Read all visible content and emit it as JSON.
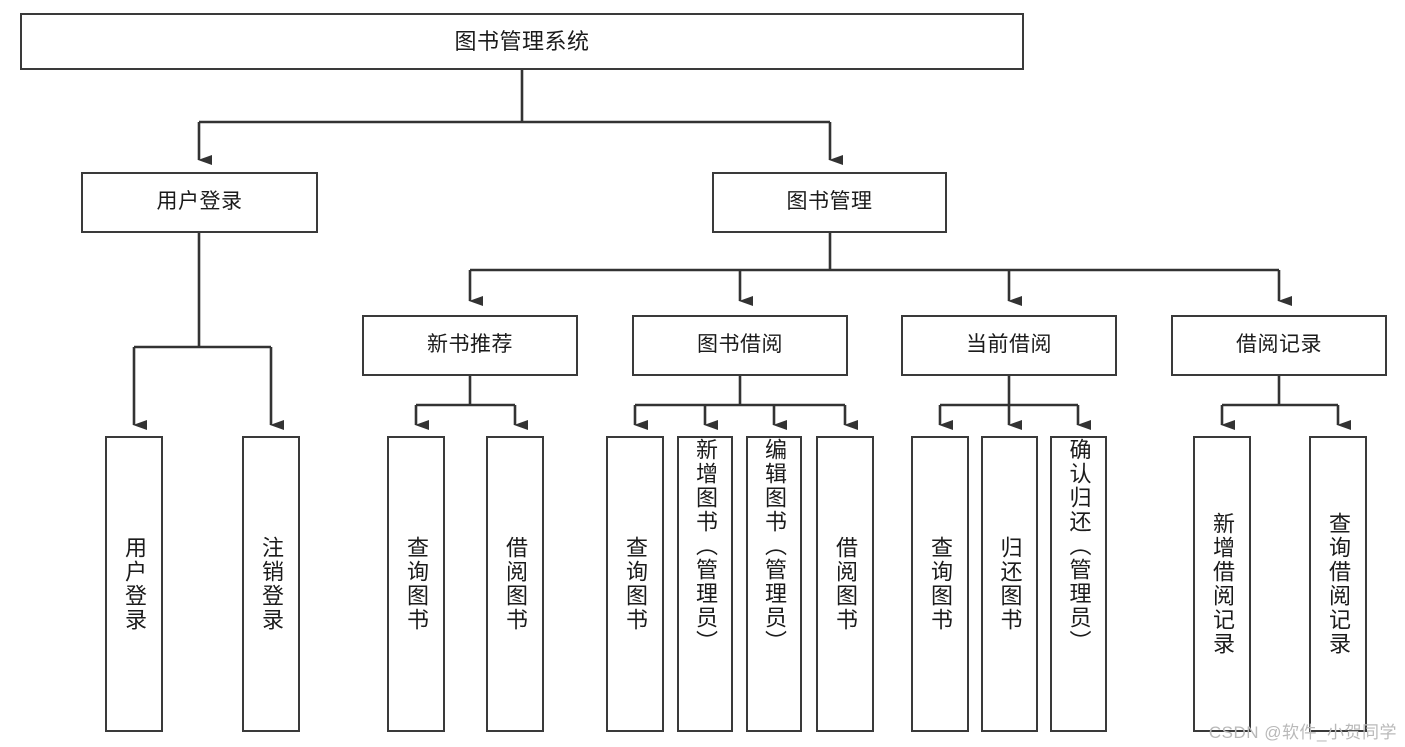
{
  "diagram": {
    "title": "图书管理系统",
    "type": "tree-hierarchy-diagram",
    "orientation": "top-down",
    "colors": {
      "box_border": "#3a3a3a",
      "box_fill": "#ffffff",
      "connector": "#333333",
      "text": "#1b1b1b",
      "watermark": "#b9b9b9",
      "background": "#ffffff"
    },
    "levels": {
      "level1": [
        "图书管理系统"
      ],
      "level2": [
        "用户登录",
        "图书管理"
      ],
      "level3": [
        "新书推荐",
        "图书借阅",
        "当前借阅",
        "借阅记录"
      ],
      "level4": [
        "用户登录",
        "注销登录",
        "查询图书",
        "借阅图书",
        "查询图书",
        "新增图书（管理员）",
        "编辑图书（管理员）",
        "借阅图书",
        "查询图书",
        "归还图书",
        "确认归还（管理员）",
        "新增借阅记录",
        "查询借阅记录"
      ]
    }
  },
  "root": {
    "label": "图书管理系统"
  },
  "nodes": {
    "user_login": {
      "label": "用户登录"
    },
    "book_manage": {
      "label": "图书管理"
    },
    "new_book_rec": {
      "label": "新书推荐"
    },
    "book_borrow": {
      "label": "图书借阅"
    },
    "current_borrow": {
      "label": "当前借阅"
    },
    "borrow_record": {
      "label": "借阅记录"
    }
  },
  "leaves": {
    "user_login_1": {
      "label": "用户登录"
    },
    "user_login_2": {
      "label": "注销登录"
    },
    "new_book_1": {
      "label": "查询图书"
    },
    "new_book_2": {
      "label": "借阅图书"
    },
    "borrow_1": {
      "label": "查询图书"
    },
    "borrow_2": {
      "label": "新增图书（管理员）"
    },
    "borrow_3": {
      "label": "编辑图书（管理员）"
    },
    "borrow_4": {
      "label": "借阅图书"
    },
    "current_1": {
      "label": "查询图书"
    },
    "current_2": {
      "label": "归还图书"
    },
    "current_3": {
      "label": "确认归还（管理员）"
    },
    "record_1": {
      "label": "新增借阅记录"
    },
    "record_2": {
      "label": "查询借阅记录"
    }
  },
  "watermark": {
    "text": "CSDN @软件_小贺同学"
  }
}
